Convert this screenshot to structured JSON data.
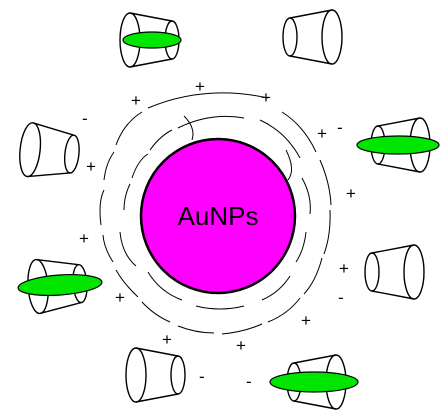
{
  "nanoparticle": {
    "label": "AuNPs",
    "fill_color": "#ff00ff",
    "outline_color": "#000000"
  },
  "ring_color": "#00e600",
  "ring_outline_color": "#000000",
  "cyclodextrins": [
    {
      "id": "cd-top-left",
      "has_ring": true
    },
    {
      "id": "cd-top-right",
      "has_ring": false
    },
    {
      "id": "cd-left",
      "has_ring": false
    },
    {
      "id": "cd-right-upper",
      "has_ring": true
    },
    {
      "id": "cd-left-lower",
      "has_ring": true
    },
    {
      "id": "cd-right-lower",
      "has_ring": false
    },
    {
      "id": "cd-bottom-left",
      "has_ring": false
    },
    {
      "id": "cd-bottom-right",
      "has_ring": true
    }
  ],
  "signs": {
    "plus": "+",
    "minus": "-"
  }
}
